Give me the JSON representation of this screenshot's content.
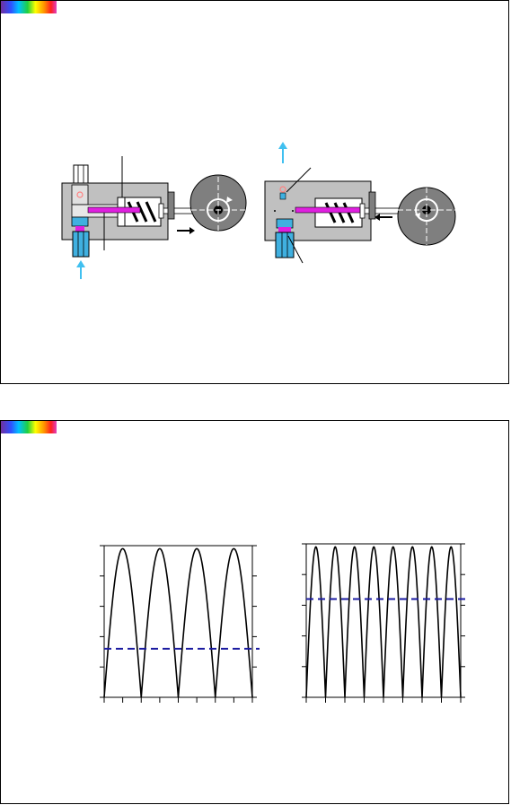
{
  "slides": [
    {
      "id": "pump-diagram-slide"
    },
    {
      "id": "waveform-chart-slide"
    }
  ],
  "colors": {
    "housing": "#c0c0c0",
    "cam": "#7f7f7f",
    "plunger": "#e020e0",
    "fluid": "#40b0e0",
    "arrow": "#40c0f0",
    "valve_ball": "#ff8080",
    "mean_line": "#1a1aa0",
    "curve": "#000000"
  },
  "chart_data": [
    {
      "type": "line",
      "title": "",
      "xlabel": "",
      "ylabel": "",
      "x_ticks_count": 8,
      "y_ticks_count": 5,
      "peaks": 4,
      "ylim": [
        0,
        1
      ],
      "mean_level": 0.32,
      "peak_level": 0.98
    },
    {
      "type": "line",
      "title": "",
      "xlabel": "",
      "ylabel": "",
      "x_ticks_count": 8,
      "y_ticks_count": 5,
      "peaks": 8,
      "ylim": [
        0,
        1
      ],
      "mean_level": 0.64,
      "peak_level": 0.98
    }
  ]
}
